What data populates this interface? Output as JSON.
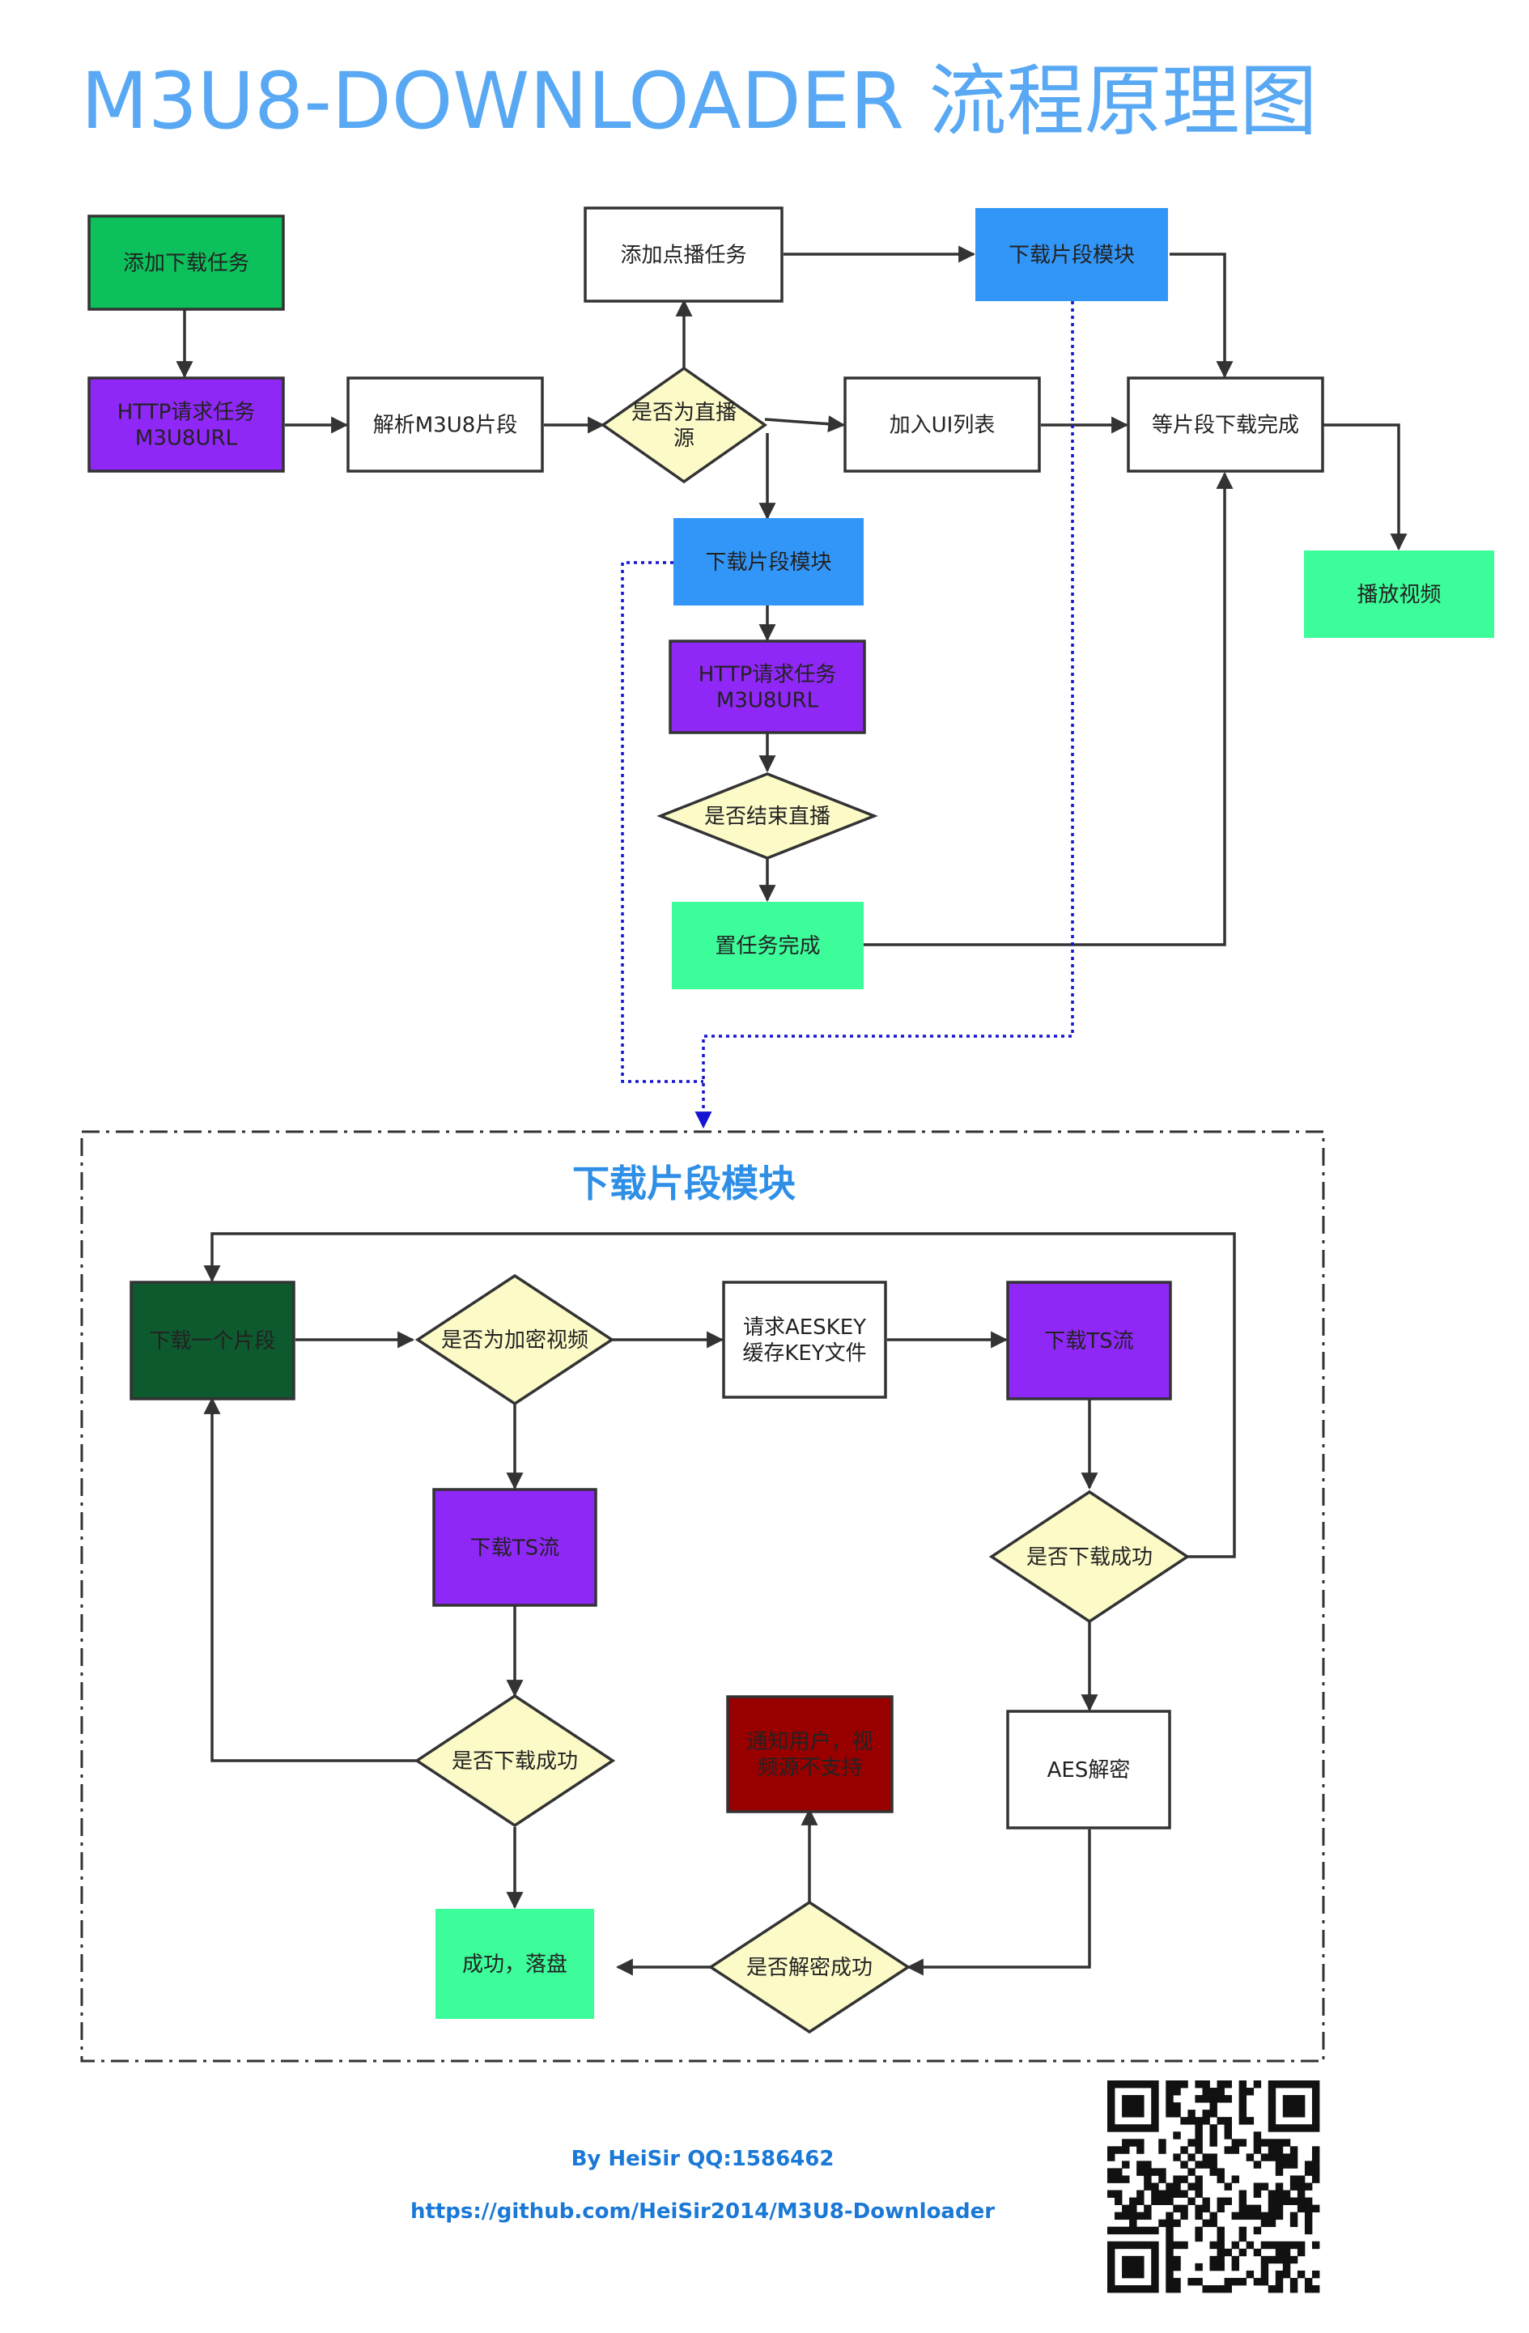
{
  "title": "M3U8-DOWNLOADER 流程原理图",
  "module_title": "下载片段模块",
  "footer": {
    "author": "By HeiSir QQ:1586462",
    "url": "https://github.com/HeiSir2014/M3U8-Downloader"
  },
  "colors": {
    "green": "#0cc15b",
    "purple": "#8f27f6",
    "blue": "#3296f8",
    "mint": "#3cfd9a",
    "dark_green": "#0d5a2f",
    "dark_red": "#980000",
    "diamond": "#fcfbc8",
    "white": "#ffffff"
  },
  "nodes": [
    {
      "id": "add-task",
      "lines": [
        "添加下载任务"
      ],
      "fill": "green",
      "text": "dark"
    },
    {
      "id": "http-request-1",
      "lines": [
        "HTTP请求任务",
        "M3U8URL"
      ],
      "fill": "purple",
      "text": "light"
    },
    {
      "id": "parse-m3u8",
      "lines": [
        "解析M3U8片段"
      ],
      "fill": "white",
      "text": "dark"
    },
    {
      "id": "is-live",
      "lines": [
        "是否为直播",
        "源"
      ],
      "fill": "diamond",
      "text": "dark"
    },
    {
      "id": "add-vod-task",
      "lines": [
        "添加点播任务"
      ],
      "fill": "white",
      "text": "dark"
    },
    {
      "id": "download-module-top",
      "lines": [
        "下载片段模块"
      ],
      "fill": "blue",
      "text": "dark"
    },
    {
      "id": "add-ui-list",
      "lines": [
        "加入UI列表"
      ],
      "fill": "white",
      "text": "dark"
    },
    {
      "id": "wait-complete",
      "lines": [
        "等片段下载完成"
      ],
      "fill": "white",
      "text": "dark"
    },
    {
      "id": "play-video",
      "lines": [
        "播放视频"
      ],
      "fill": "mint",
      "text": "dark"
    },
    {
      "id": "download-module-mid",
      "lines": [
        "下载片段模块"
      ],
      "fill": "blue",
      "text": "dark"
    },
    {
      "id": "http-request-2",
      "lines": [
        "HTTP请求任务",
        "M3U8URL"
      ],
      "fill": "purple",
      "text": "light"
    },
    {
      "id": "is-live-end",
      "lines": [
        "是否结束直播"
      ],
      "fill": "diamond",
      "text": "dark"
    },
    {
      "id": "set-task-complete",
      "lines": [
        "置任务完成"
      ],
      "fill": "mint",
      "text": "dark"
    },
    {
      "id": "download-segment",
      "lines": [
        "下载一个片段"
      ],
      "fill": "dark_green",
      "text": "light"
    },
    {
      "id": "is-encrypted",
      "lines": [
        "是否为加密视频"
      ],
      "fill": "diamond",
      "text": "dark"
    },
    {
      "id": "request-aeskey",
      "lines": [
        "请求AESKEY",
        "缓存KEY文件"
      ],
      "fill": "white",
      "text": "dark"
    },
    {
      "id": "download-ts-encrypted",
      "lines": [
        "下载TS流"
      ],
      "fill": "purple",
      "text": "light"
    },
    {
      "id": "download-ts-plain",
      "lines": [
        "下载TS流"
      ],
      "fill": "purple",
      "text": "light"
    },
    {
      "id": "is-download-ok-right",
      "lines": [
        "是否下载成功"
      ],
      "fill": "diamond",
      "text": "dark"
    },
    {
      "id": "is-download-ok-left",
      "lines": [
        "是否下载成功"
      ],
      "fill": "diamond",
      "text": "dark"
    },
    {
      "id": "notify-unsupported",
      "lines": [
        "通知用户，视",
        "频源不支持"
      ],
      "fill": "dark_red",
      "text": "light"
    },
    {
      "id": "aes-decrypt",
      "lines": [
        "AES解密"
      ],
      "fill": "white",
      "text": "dark"
    },
    {
      "id": "success-save",
      "lines": [
        "成功，落盘"
      ],
      "fill": "mint",
      "text": "dark"
    },
    {
      "id": "is-decrypt-ok",
      "lines": [
        "是否解密成功"
      ],
      "fill": "diamond",
      "text": "dark"
    }
  ]
}
